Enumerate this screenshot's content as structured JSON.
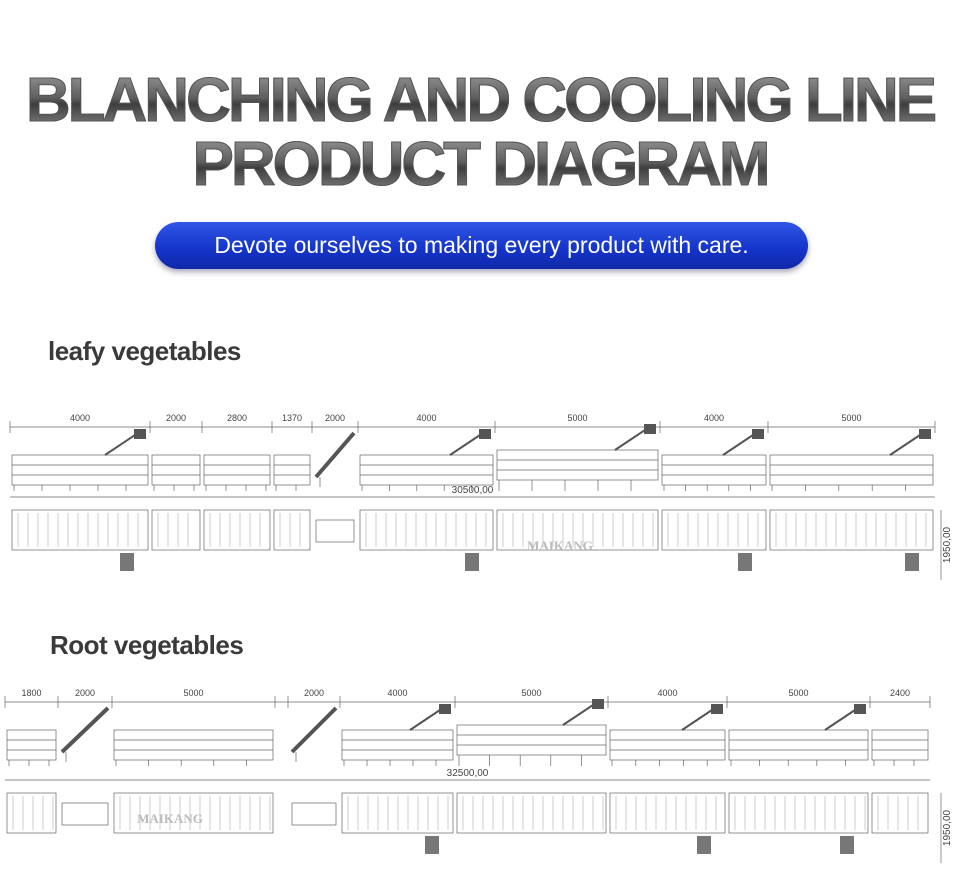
{
  "header": {
    "title_line1": "BLANCHING AND COOLING LINE",
    "title_line2": "PRODUCT DIAGRAM",
    "slogan": "Devote ourselves to making every product with care."
  },
  "sections": [
    {
      "heading": "leafy vegetables",
      "dimensions": [
        "4000",
        "2000",
        "2800",
        "1370",
        "2000",
        "4000",
        "5000",
        "4000",
        "5000"
      ],
      "total_length": "30500,00",
      "width": "1950,00",
      "watermark": "MAIKANG"
    },
    {
      "heading": "Root  vegetables",
      "dimensions": [
        "1800",
        "2000",
        "5000",
        "2000",
        "4000",
        "5000",
        "4000",
        "5000",
        "2400"
      ],
      "total_length": "32500,00",
      "width": "1950,00",
      "watermark": "MAIKANG"
    }
  ],
  "colors": {
    "accent": "#1a3ad6",
    "line": "#555555"
  }
}
